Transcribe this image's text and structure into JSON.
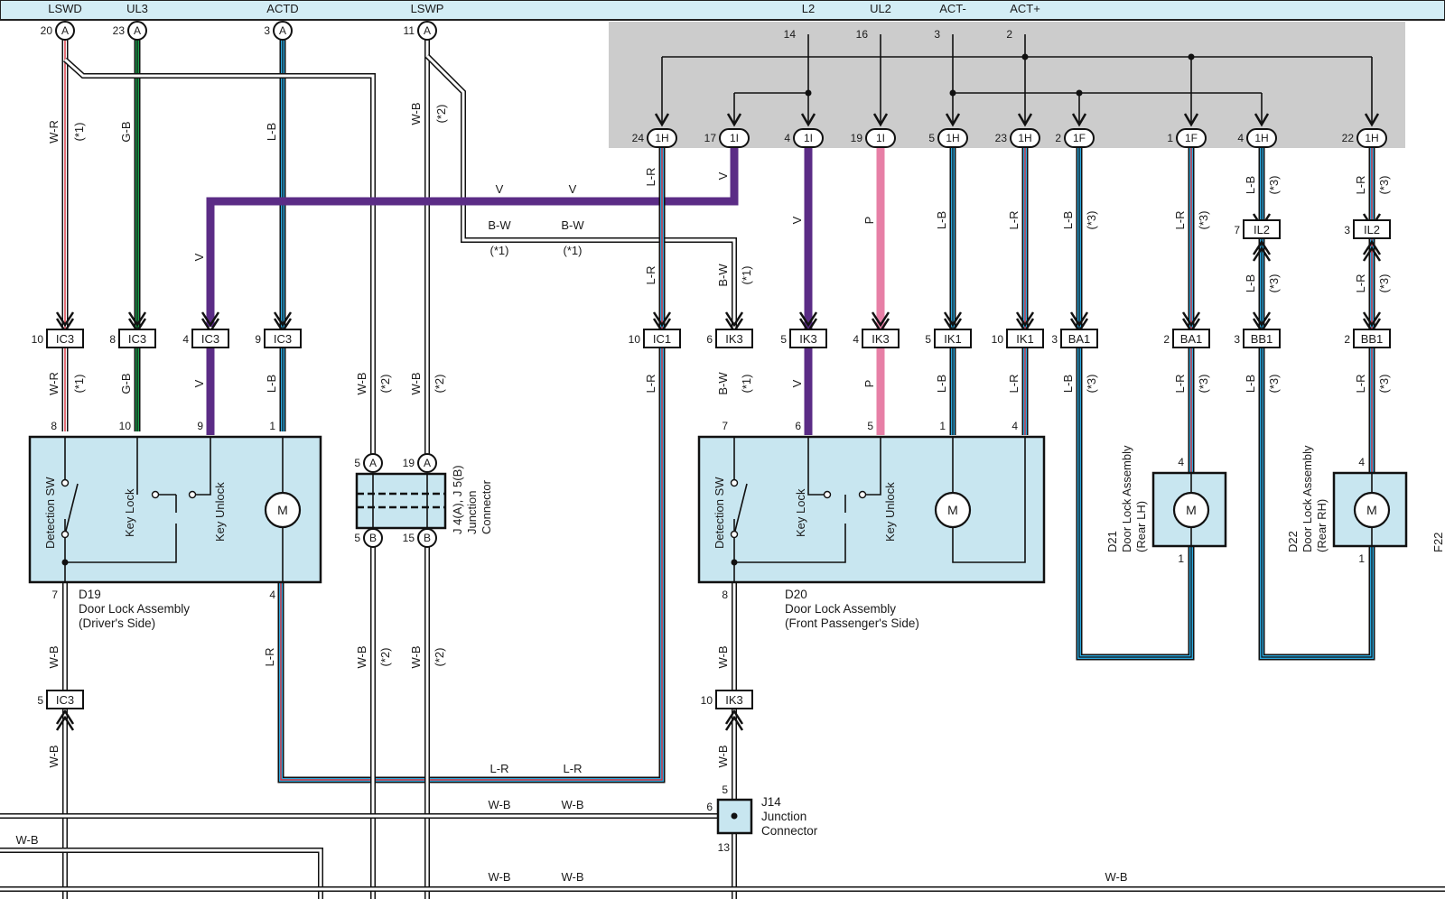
{
  "header": {
    "terminals": [
      "LSWD",
      "UL3",
      "ACTD",
      "LSWP",
      "L2",
      "UL2",
      "ACT-",
      "ACT+"
    ],
    "pins": [
      "20",
      "23",
      "3",
      "11",
      "14",
      "16",
      "3",
      "2"
    ],
    "pin_letter": "A"
  },
  "ecu_pins": [
    {
      "num": "24",
      "conn": "1H"
    },
    {
      "num": "17",
      "conn": "1I"
    },
    {
      "num": "4",
      "conn": "1I"
    },
    {
      "num": "19",
      "conn": "1I"
    },
    {
      "num": "5",
      "conn": "1H"
    },
    {
      "num": "23",
      "conn": "1H"
    },
    {
      "num": "2",
      "conn": "1F"
    },
    {
      "num": "1",
      "conn": "1F"
    },
    {
      "num": "4",
      "conn": "1H"
    },
    {
      "num": "22",
      "conn": "1H"
    }
  ],
  "row_connectors": [
    {
      "num": "10",
      "name": "IC3"
    },
    {
      "num": "8",
      "name": "IC3"
    },
    {
      "num": "4",
      "name": "IC3"
    },
    {
      "num": "9",
      "name": "IC3"
    },
    {
      "num": "10",
      "name": "IC1"
    },
    {
      "num": "6",
      "name": "IK3"
    },
    {
      "num": "5",
      "name": "IK3"
    },
    {
      "num": "4",
      "name": "IK3"
    },
    {
      "num": "5",
      "name": "IK1"
    },
    {
      "num": "10",
      "name": "IK1"
    },
    {
      "num": "3",
      "name": "BA1"
    },
    {
      "num": "2",
      "name": "BA1"
    },
    {
      "num": "3",
      "name": "BB1"
    },
    {
      "num": "2",
      "name": "BB1"
    }
  ],
  "il2": [
    {
      "num": "7",
      "name": "IL2"
    },
    {
      "num": "3",
      "name": "IL2"
    }
  ],
  "lower_connectors": [
    {
      "num": "5",
      "name": "IC3"
    },
    {
      "num": "10",
      "name": "IK3"
    }
  ],
  "wire_labels": {
    "wr": "W-R",
    "gb": "G-B",
    "lb": "L-B",
    "wb": "W-B",
    "v": "V",
    "lr": "L-R",
    "bw": "B-W",
    "p": "P",
    "n1": "(*1)",
    "n2": "(*2)",
    "n3": "(*3)"
  },
  "d19": {
    "code": "D19",
    "name": "Door Lock Assembly",
    "side": "(Driver's Side)",
    "sw1": "Detection SW",
    "sw2": "Key Lock",
    "sw3": "Key Unlock",
    "pins": [
      "8",
      "10",
      "9",
      "1",
      "7",
      "4"
    ]
  },
  "d20": {
    "code": "D20",
    "name": "Door Lock Assembly",
    "side": "(Front Passenger's Side)",
    "sw1": "Detection SW",
    "sw2": "Key Lock",
    "sw3": "Key Unlock",
    "pins": [
      "7",
      "6",
      "5",
      "1",
      "4",
      "8"
    ]
  },
  "d21": {
    "code": "D21",
    "name": "Door Lock Assembly",
    "side": "(Rear LH)",
    "pins": [
      "4",
      "1"
    ]
  },
  "d22": {
    "code": "D22",
    "name": "Door Lock Assembly",
    "side": "(Rear RH)",
    "pins": [
      "4",
      "1"
    ]
  },
  "f22": "F22",
  "motor": "M",
  "junction_j45": {
    "label1": "J 4(A), J 5(B)",
    "label2": "Junction",
    "label3": "Connector",
    "pins_top": [
      "5",
      "19"
    ],
    "pins_bottom": [
      "5",
      "15"
    ],
    "letter_top": "A",
    "letter_bottom": "B"
  },
  "junction_j14": {
    "code": "J14",
    "name": "Junction",
    "name2": "Connector",
    "pins": [
      "5",
      "6",
      "13"
    ]
  },
  "colors": {
    "gray_box": "#cccccc",
    "component_fill": "#c8e6f0",
    "purple": "#5b2c86",
    "pink": "#e77fa6",
    "blue": "#2aa6dc",
    "red": "#d9333f",
    "green": "#1b9e4b",
    "header_bg": "#d3edf5"
  }
}
